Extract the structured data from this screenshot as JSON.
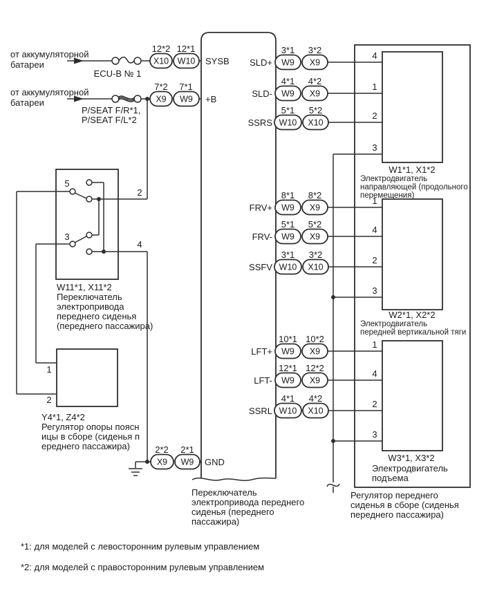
{
  "colors": {
    "line": "#2e2e2e",
    "text": "#1c1c1c",
    "bg": "#ffffff"
  },
  "battery_feeds": [
    {
      "source_line1": "от аккумуляторной",
      "source_line2": "батареи",
      "fuse_label": "ECU-B № 1",
      "conn1_pin": "12*2",
      "conn1": "X10",
      "conn2_pin": "12*1",
      "conn2": "W10",
      "terminal": "SYSB"
    },
    {
      "source_line1": "от аккумуляторной",
      "source_line2": "батареи",
      "fuse_label_line1": "P/SEAT F/R*1,",
      "fuse_label_line2": "P/SEAT F/L*2",
      "conn1_pin": "7*2",
      "conn1": "X9",
      "conn2_pin": "7*1",
      "conn2": "W9",
      "terminal": "+B"
    }
  ],
  "ground_row": {
    "conn1_pin": "2*2",
    "conn1": "X9",
    "conn2_pin": "2*1",
    "conn2": "W9",
    "terminal": "GND"
  },
  "seat_switch": {
    "id": "W11*1, X11*2",
    "name_lines": [
      "Переключатель",
      "электропривода",
      "переднего сиденья",
      "(переднего пассажира)"
    ],
    "pin5": "5",
    "pin3": "3",
    "pin2": "2",
    "pin4": "4"
  },
  "lumbar": {
    "id": "Y4*1, Z4*2",
    "name_lines": [
      "Регулятор опоры поясн",
      "ицы в сборе (сиденья п",
      "ереднего пассажира)"
    ],
    "pin1": "1",
    "pin2": "2"
  },
  "main_switch_caption": [
    "Переключатель",
    "электропривода переднего",
    "сиденья (переднего",
    "пассажира)"
  ],
  "right_assembly_caption": [
    "Регулятор переднего",
    "сиденья в сборе (сиденья",
    "переднего пассажира)"
  ],
  "motors": [
    {
      "id": "W1*1, X1*2",
      "name_lines": [
        "Электродвигатель",
        "направляющей (продольного",
        "перемещения)"
      ],
      "pin_top": "4",
      "pin_2nd": "1",
      "pin_3rd": "2",
      "pin_bottom": "3"
    },
    {
      "id": "W2*1, X2*2",
      "name_lines": [
        "Электродвигатель",
        "передней вертикальной тяги"
      ],
      "pin_top": "1",
      "pin_2nd": "4",
      "pin_3rd": "2",
      "pin_bottom": "3"
    },
    {
      "id": "W3*1, X3*2",
      "name_lines": [
        "Электродвигатель",
        "подъема"
      ],
      "pin_top": "1",
      "pin_2nd": "4",
      "pin_3rd": "2",
      "pin_bottom": "3"
    }
  ],
  "output_rows": [
    {
      "terminal": "SLD+",
      "conn1_pin": "3*1",
      "conn1": "W9",
      "conn2_pin": "3*2",
      "conn2": "X9"
    },
    {
      "terminal": "SLD-",
      "conn1_pin": "4*1",
      "conn1": "W9",
      "conn2_pin": "4*2",
      "conn2": "X9"
    },
    {
      "terminal": "SSRS",
      "conn1_pin": "5*1",
      "conn1": "W10",
      "conn2_pin": "5*2",
      "conn2": "X10"
    },
    {
      "terminal": "FRV+",
      "conn1_pin": "8*1",
      "conn1": "W9",
      "conn2_pin": "8*2",
      "conn2": "X9"
    },
    {
      "terminal": "FRV-",
      "conn1_pin": "5*1",
      "conn1": "W9",
      "conn2_pin": "5*2",
      "conn2": "X9"
    },
    {
      "terminal": "SSFV",
      "conn1_pin": "3*1",
      "conn1": "W10",
      "conn2_pin": "3*2",
      "conn2": "X10"
    },
    {
      "terminal": "LFT+",
      "conn1_pin": "10*1",
      "conn1": "W9",
      "conn2_pin": "10*2",
      "conn2": "X9"
    },
    {
      "terminal": "LFT-",
      "conn1_pin": "12*1",
      "conn1": "W9",
      "conn2_pin": "12*2",
      "conn2": "X9"
    },
    {
      "terminal": "SSRL",
      "conn1_pin": "4*1",
      "conn1": "W10",
      "conn2_pin": "4*2",
      "conn2": "X10"
    }
  ],
  "notes": [
    "*1: для моделей с левосторонним рулевым управлением",
    "*2: для моделей с правосторонним рулевым управлением"
  ]
}
